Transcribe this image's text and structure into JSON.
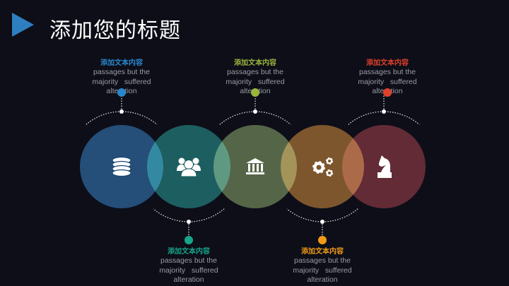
{
  "title": "添加您的标题",
  "items": [
    {
      "heading": "添加文本内容",
      "l1": "passages but the",
      "l2": "majority   suffered",
      "l3": "alteration",
      "color": "#2a86cc",
      "fill": "#1b4a73",
      "icon": "database-icon",
      "pos": "top"
    },
    {
      "heading": "添加文本内容",
      "l1": "passages but the",
      "l2": "majority   suffered",
      "l3": "alteration",
      "color": "#17a58c",
      "fill": "#125c56",
      "icon": "users-icon",
      "pos": "bottom"
    },
    {
      "heading": "添加文本内容",
      "l1": "passages but the",
      "l2": "majority   suffered",
      "l3": "alteration",
      "color": "#9ab53c",
      "fill": "#536539",
      "icon": "bank-icon",
      "pos": "top"
    },
    {
      "heading": "添加文本内容",
      "l1": "passages but the",
      "l2": "majority   suffered",
      "l3": "alteration",
      "color": "#f29a17",
      "fill": "#80531a",
      "icon": "gears-icon",
      "pos": "bottom"
    },
    {
      "heading": "添加文本内容",
      "l1": "passages but the",
      "l2": "majority   suffered",
      "l3": "alteration",
      "color": "#e0402c",
      "fill": "#632224",
      "icon": "chess-knight-icon",
      "pos": "top"
    }
  ]
}
